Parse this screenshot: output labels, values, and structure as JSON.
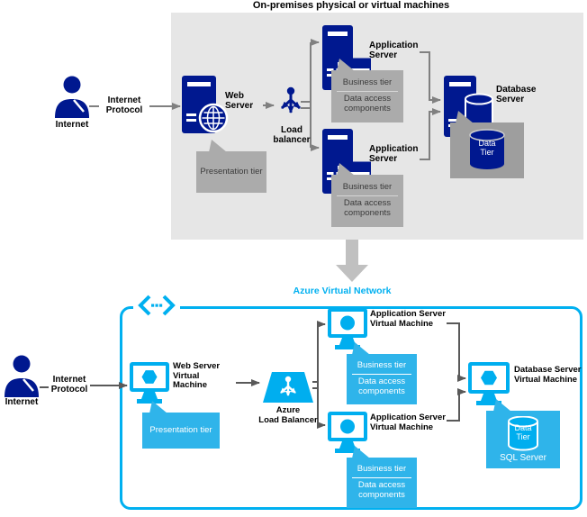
{
  "onprem": {
    "title": "On-premises physical or virtual machines",
    "internet_label": "Internet",
    "internet_protocol_label": "Internet Protocol",
    "web_server_label": "Web Server",
    "presentation_tier": "Presentation tier",
    "load_balancer_label": "Load balancer",
    "application_server_label": "Application Server",
    "business_tier": "Business tier",
    "data_access_components": "Data access components",
    "database_server_label": "Database Server",
    "data_tier": "Data Tier"
  },
  "azure": {
    "title": "Azure Virtual Network",
    "internet_label": "Internet",
    "internet_protocol_label": "Internet Protocol",
    "web_server_vm_line1": "Web Server",
    "web_server_vm_line2": "Virtual Machine",
    "presentation_tier": "Presentation tier",
    "load_balancer_line1": "Azure",
    "load_balancer_line2": "Load Balancer",
    "application_server_vm_line1": "Application Server",
    "application_server_vm_line2": "Virtual Machine",
    "business_tier": "Business tier",
    "data_access_components": "Data access components",
    "database_server_vm_line1": "Database Server",
    "database_server_vm_line2": "Virtual Machine",
    "data_tier": "Data Tier",
    "sql_server": "SQL Server"
  },
  "colors": {
    "onprem_icon_blue": "#00188F",
    "azure_cyan": "#00AEEF",
    "azure_callout_cyan": "#2FB4EA",
    "azure_border_cyan": "#00B0F0",
    "panel_gray": "#E6E6E6",
    "callout_gray": "#ABABAB",
    "data_tier_gray": "#9E9E9E",
    "connector_gray_top": "#808080",
    "connector_gray_bottom": "#595959",
    "transition_arrow_gray": "#C0C0C0"
  }
}
